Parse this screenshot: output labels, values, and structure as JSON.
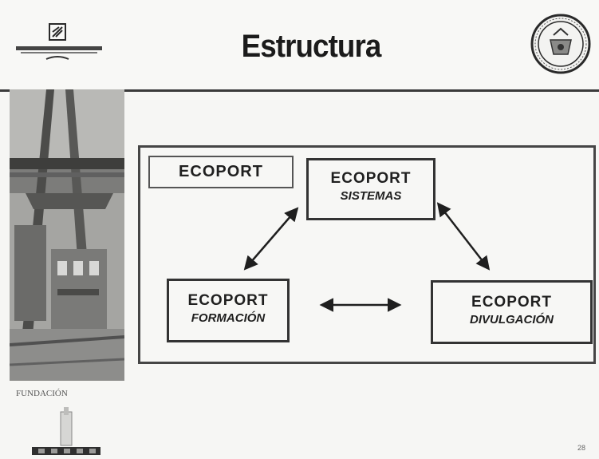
{
  "header": {
    "title": "Estructura"
  },
  "sidebar": {
    "fundacion_label": "FUNDACIÓN"
  },
  "diagram": {
    "main_label": "ECOPORT",
    "nodes": [
      {
        "title": "ECOPORT",
        "subtitle": "SISTEMAS"
      },
      {
        "title": "ECOPORT",
        "subtitle": "FORMACIÓN"
      },
      {
        "title": "ECOPORT",
        "subtitle": "DIVULGACIÓN"
      }
    ]
  },
  "footer": {
    "page_number": "28"
  },
  "colors": {
    "ink": "#1f1f1f",
    "frame": "#454545",
    "background": "#f6f6f4"
  }
}
